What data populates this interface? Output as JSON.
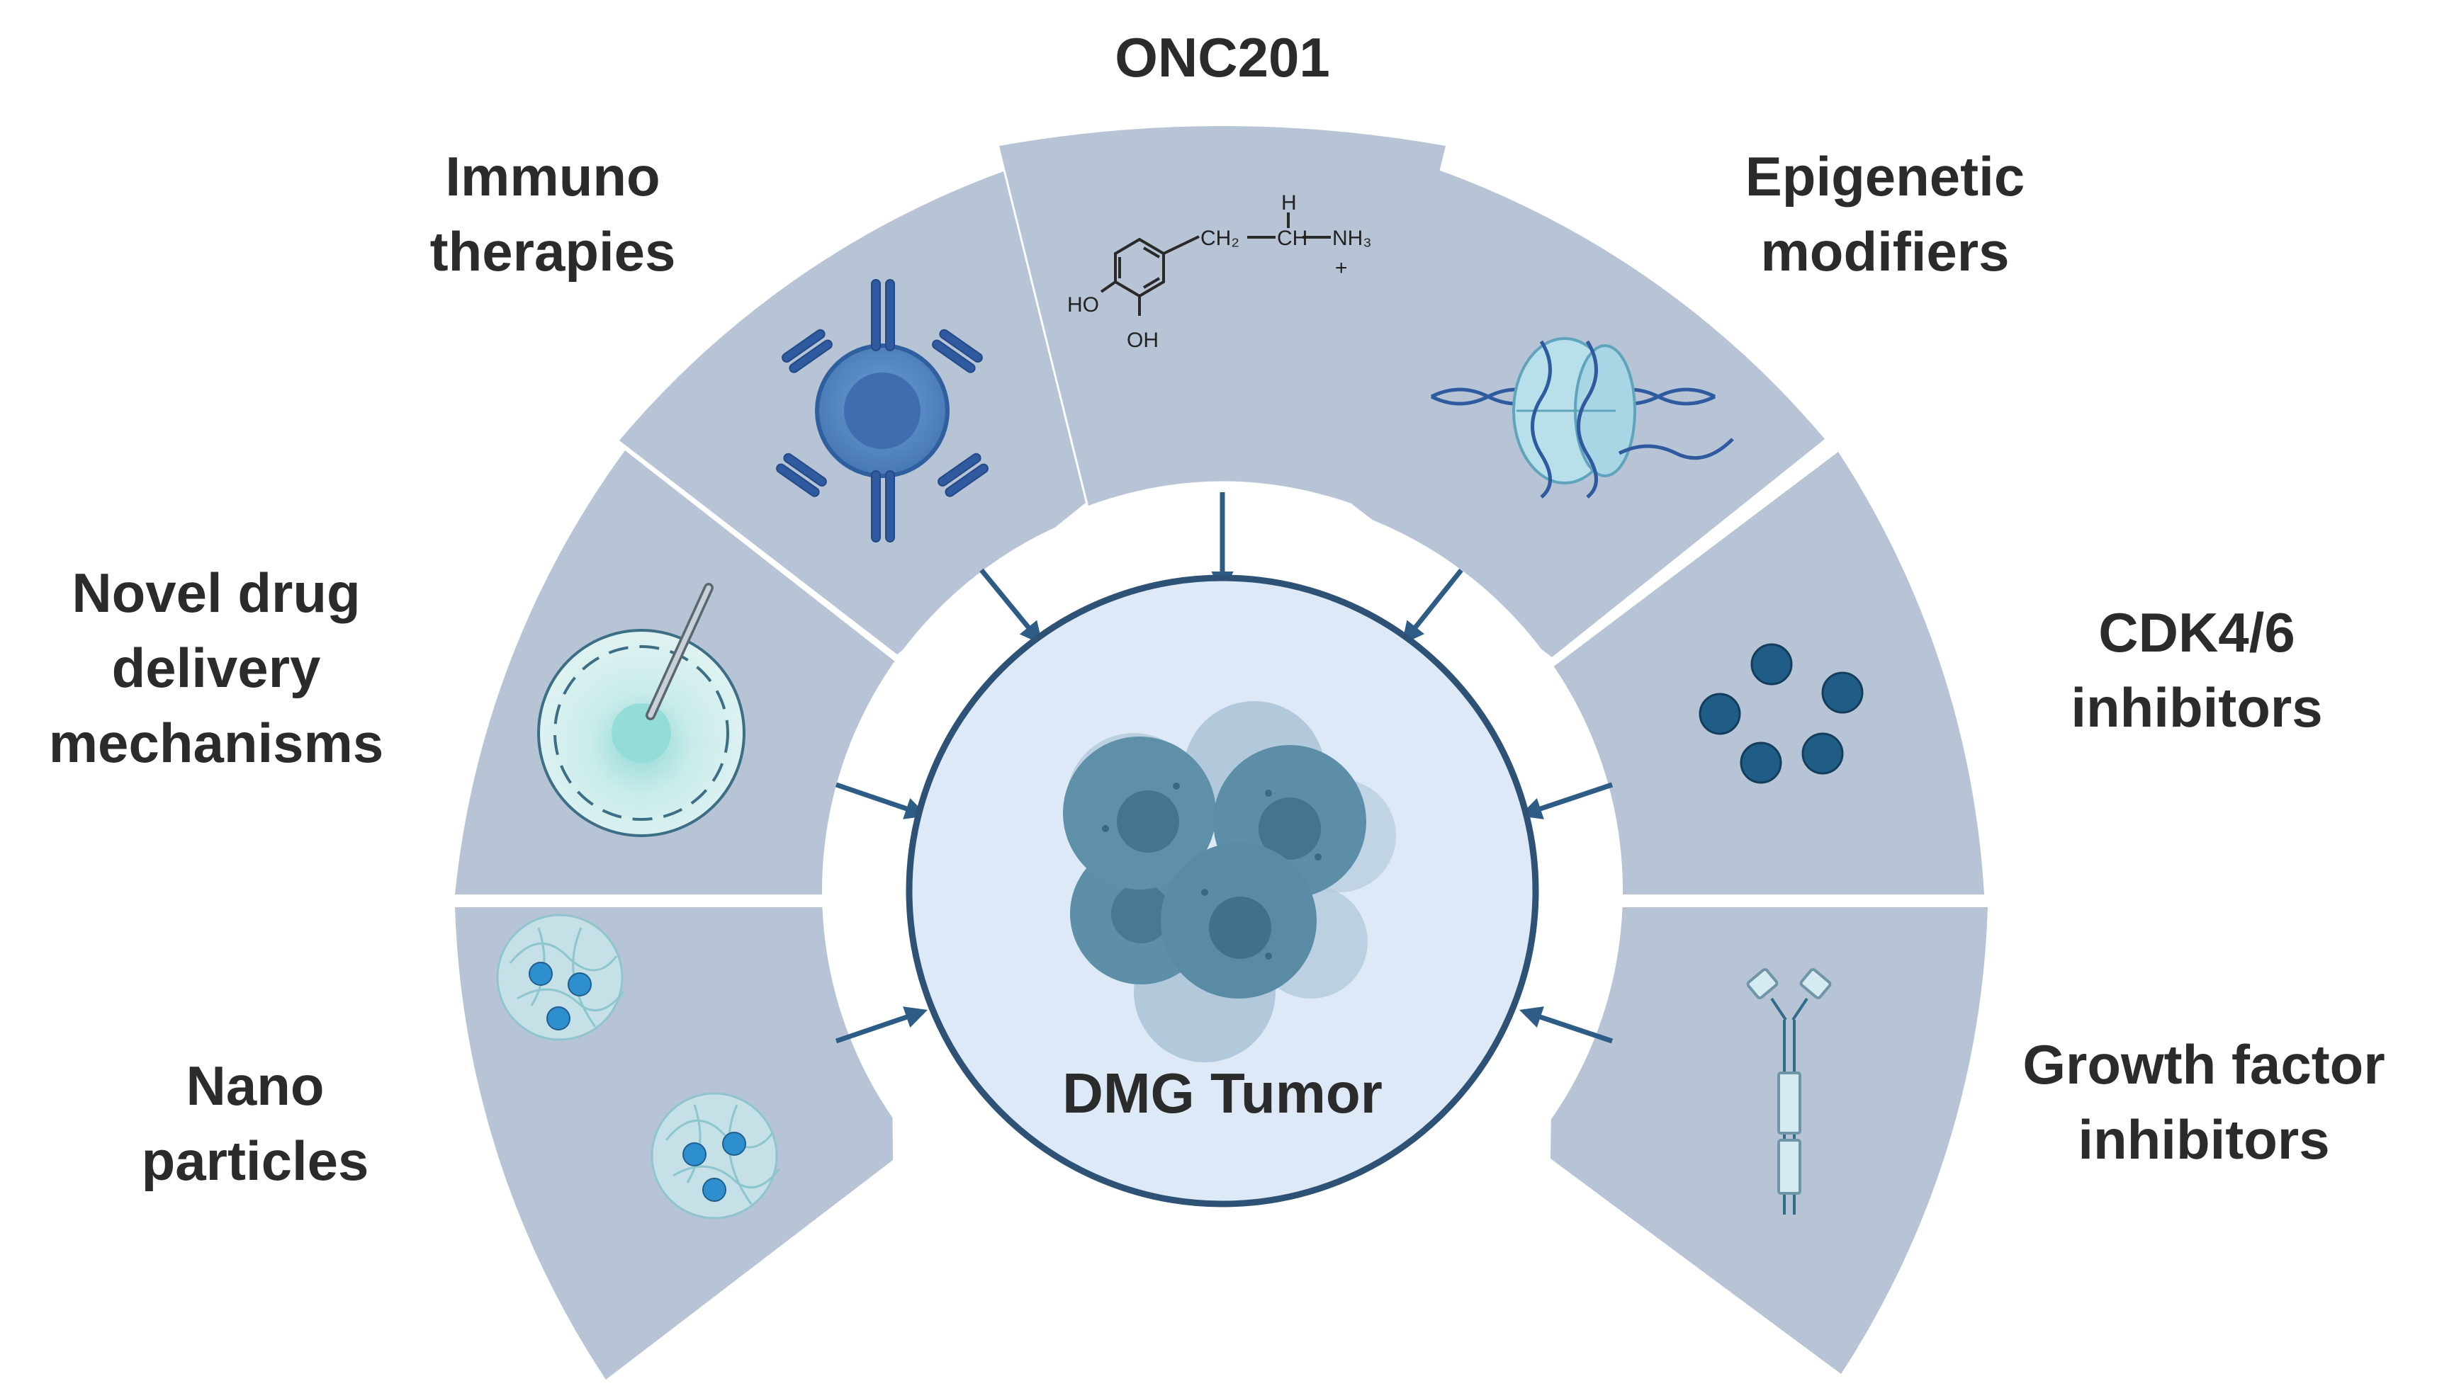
{
  "center": {
    "label": "DMG Tumor"
  },
  "therapies": [
    {
      "id": "nano",
      "lines": [
        "Nano",
        "particles"
      ]
    },
    {
      "id": "novel",
      "lines": [
        "Novel drug",
        "delivery",
        "mechanisms"
      ]
    },
    {
      "id": "immuno",
      "lines": [
        "Immuno",
        "therapies"
      ]
    },
    {
      "id": "onc201",
      "lines": [
        "ONC201"
      ]
    },
    {
      "id": "epigenetic",
      "lines": [
        "Epigenetic",
        "modifiers"
      ]
    },
    {
      "id": "cdk",
      "lines": [
        "CDK4/6",
        "inhibitors"
      ]
    },
    {
      "id": "growth",
      "lines": [
        "Growth factor",
        "inhibitors"
      ]
    }
  ],
  "chem": {
    "ch2": "CH₂",
    "ch": "CH",
    "nh3": "NH₃",
    "h": "H",
    "plus": "+",
    "ho": "HO",
    "oh": "OH"
  },
  "colors": {
    "panel": "#b7c4d6",
    "arrow": "#2d5c86",
    "center_fill": "#dde9f7",
    "center_stroke": "#2d5276",
    "text": "#2b2b2b"
  }
}
